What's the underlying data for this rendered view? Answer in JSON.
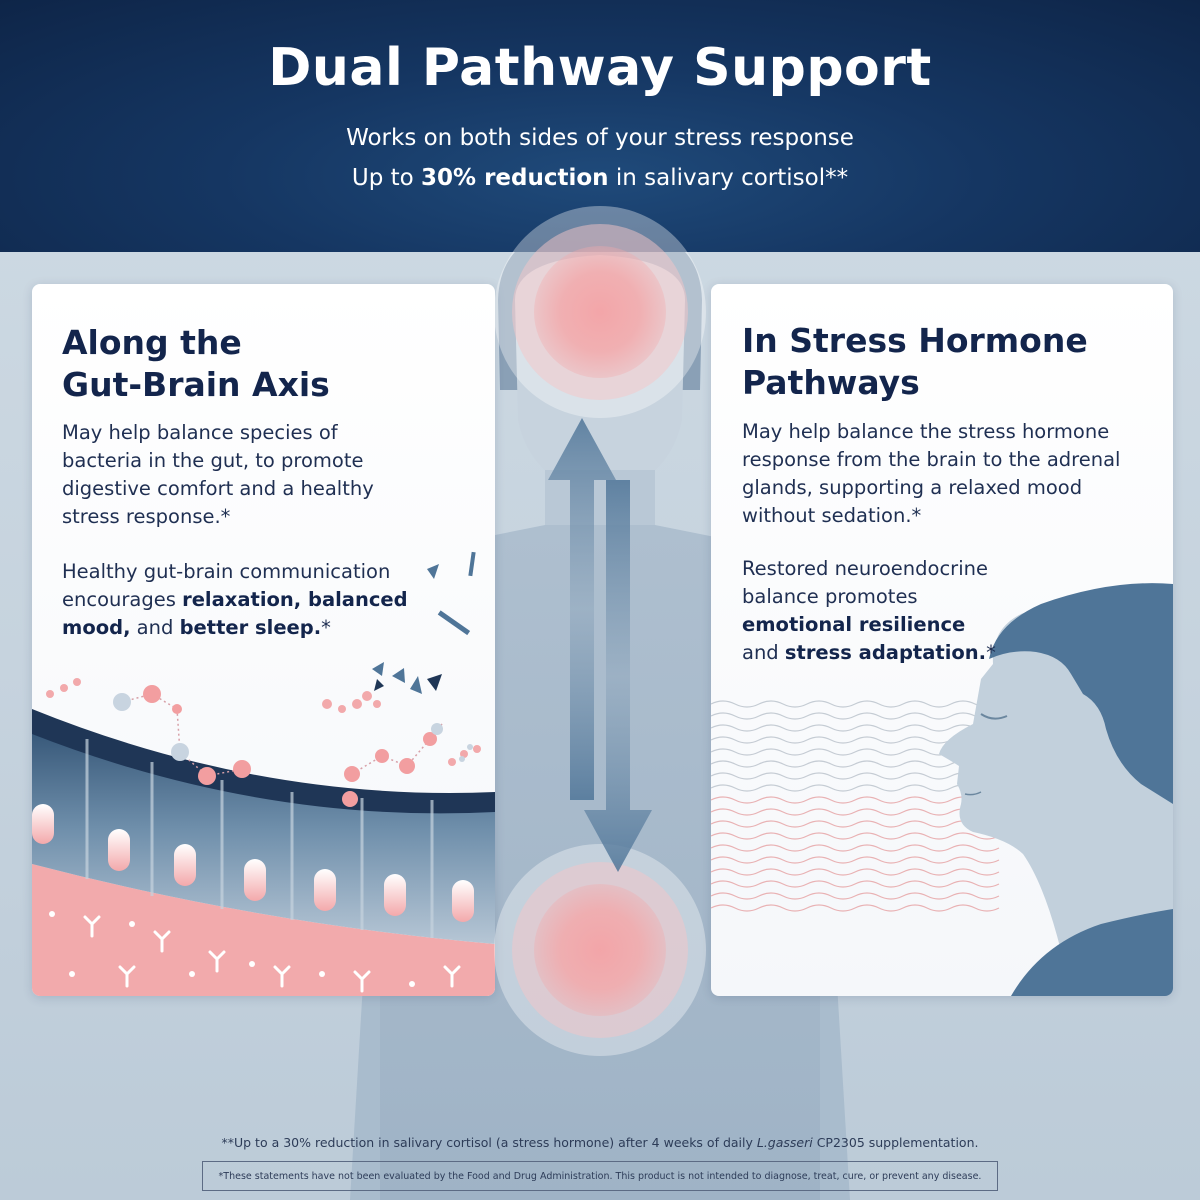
{
  "header": {
    "title": "Dual Pathway Support",
    "subtitle_line1": "Works on both sides of your stress response",
    "subtitle_line2_prefix": "Up to ",
    "subtitle_line2_bold": "30% reduction",
    "subtitle_line2_suffix": " in salivary cortisol**"
  },
  "left_card": {
    "heading_line1": "Along the",
    "heading_line2": "Gut-Brain Axis",
    "para1": "May help balance species of bacteria in the gut, to promote digestive comfort and a healthy stress response.*",
    "para2_prefix": "Healthy gut-brain communication encourages ",
    "para2_bold1": "relaxation, balanced mood,",
    "para2_mid": " and ",
    "para2_bold2": "better sleep.",
    "para2_suffix": "*"
  },
  "right_card": {
    "heading_line1": "In Stress Hormone",
    "heading_line2": "Pathways",
    "para1": "May help balance the stress hormone response from the brain to the adrenal glands, supporting a relaxed mood without sedation.*",
    "para2_line1": "Restored neuroendocrine balance promotes",
    "para2_bold1": "emotional resilience",
    "para2_mid": "and ",
    "para2_bold2": "stress adaptation.",
    "para2_suffix": "*"
  },
  "footnote": {
    "prefix": "**Up to a 30% reduction in salivary cortisol (a stress hormone) after 4 weeks of daily ",
    "italic": "L.gasseri",
    "suffix": " CP2305 supplementation."
  },
  "disclaimer": "*These statements have not been evaluated by the Food and Drug Administration. This product is not intended to diagnose, treat, cure, or prevent any disease.",
  "colors": {
    "navy": "#13254c",
    "header_blue": "#153662",
    "pink": "#f2a9ab",
    "steel_blue": "#4f7598"
  }
}
